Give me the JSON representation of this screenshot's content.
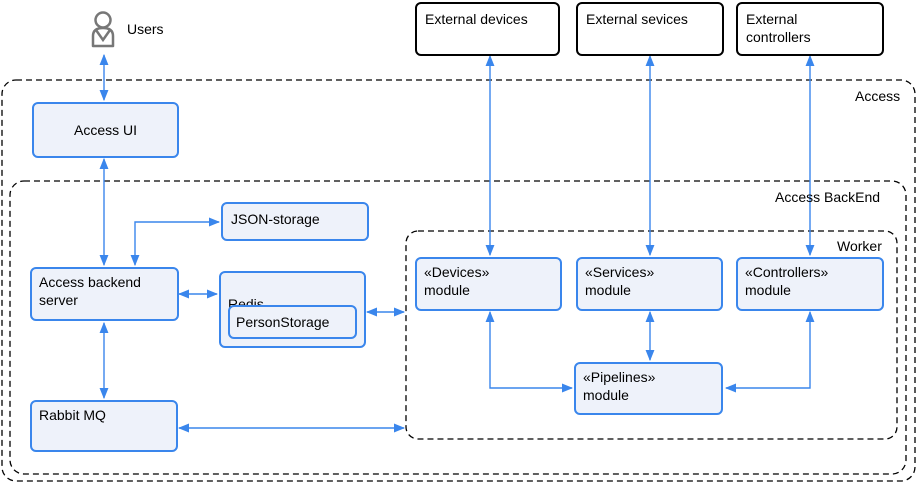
{
  "users": {
    "label": "Users",
    "icon": "user-icon"
  },
  "regions": {
    "access": "Access",
    "backend": "Access BackEnd",
    "worker": "Worker"
  },
  "boxes": {
    "access_ui": "Access UI",
    "json_storage": "JSON-storage",
    "backend_server": "Access backend\nserver",
    "redis": "Redis",
    "person_storage": "PersonStorage",
    "rabbit": "Rabbit MQ",
    "devices_module": "«Devices»\nmodule",
    "services_module": "«Services»\nmodule",
    "controllers_module": "«Controllers»\nmodule",
    "pipelines_module": "«Pipelines»\nmodule"
  },
  "external": {
    "devices": "External devices",
    "services": "External sevices",
    "controllers": "External\ncontrollers"
  },
  "colors": {
    "accent": "#3a86ec",
    "box_fill": "#eef2fa",
    "border_dashed": "#000000"
  }
}
